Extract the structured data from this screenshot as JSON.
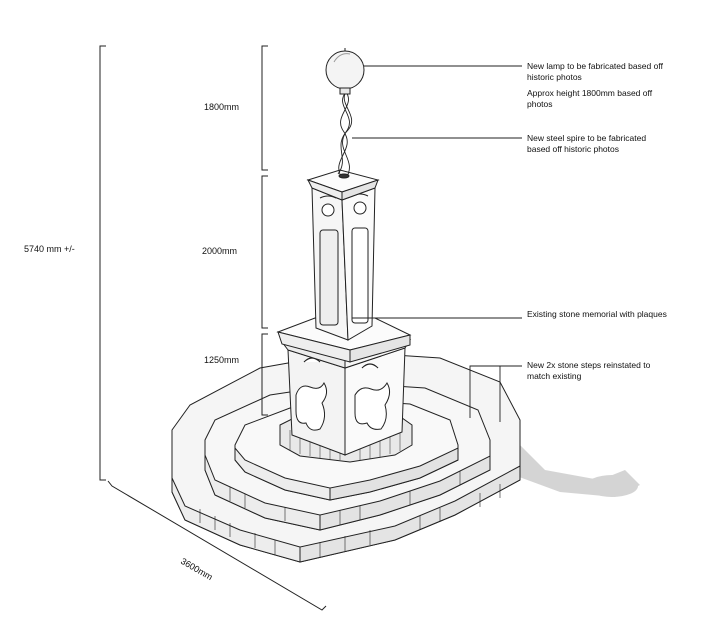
{
  "dimensions": {
    "overall_height": "5740 mm +/-",
    "lamp_height": "1800mm",
    "column_height": "2000mm",
    "base_height": "1250mm",
    "base_width": "3600mm"
  },
  "annotations": {
    "lamp_line1": "New lamp to be fabricated based off",
    "lamp_line2": "historic photos",
    "lamp_height_line1": "Approx height 1800mm based off",
    "lamp_height_line2": "photos",
    "spire_line1": "New steel spire to be fabricated",
    "spire_line2": "based off historic photos",
    "memorial": "Existing stone memorial with plaques",
    "steps_line1": "New 2x stone steps reinstated to",
    "steps_line2": "match existing"
  },
  "colors": {
    "line": "#222222",
    "shadow": "#d2d2d2",
    "stone": "#f6f6f6",
    "stone_dark": "#e6e6e6"
  }
}
